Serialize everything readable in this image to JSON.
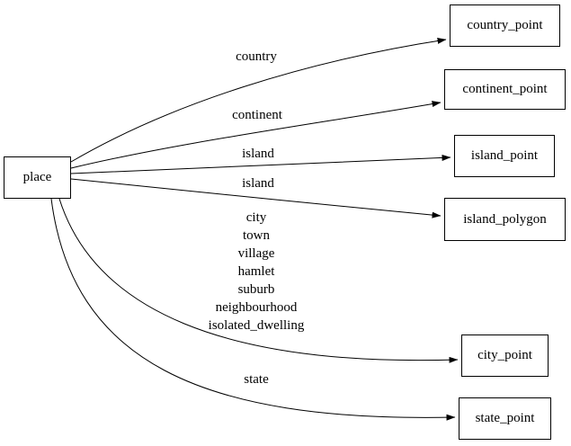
{
  "diagram": {
    "type": "directed-graph",
    "colors": {
      "background": "#ffffff",
      "node_border": "#000000",
      "edge_stroke": "#000000",
      "text": "#000000"
    },
    "nodes": [
      {
        "id": "place",
        "label": "place"
      },
      {
        "id": "country_point",
        "label": "country_point"
      },
      {
        "id": "continent_point",
        "label": "continent_point"
      },
      {
        "id": "island_point",
        "label": "island_point"
      },
      {
        "id": "island_polygon",
        "label": "island_polygon"
      },
      {
        "id": "city_point",
        "label": "city_point"
      },
      {
        "id": "state_point",
        "label": "state_point"
      }
    ],
    "edges": [
      {
        "from": "place",
        "to": "country_point",
        "label": "country"
      },
      {
        "from": "place",
        "to": "continent_point",
        "label": "continent"
      },
      {
        "from": "place",
        "to": "island_point",
        "label": "island"
      },
      {
        "from": "place",
        "to": "island_polygon",
        "label": "island"
      },
      {
        "from": "place",
        "to": "city_point",
        "label_lines": [
          "city",
          "town",
          "village",
          "hamlet",
          "suburb",
          "neighbourhood",
          "isolated_dwelling"
        ]
      },
      {
        "from": "place",
        "to": "state_point",
        "label": "state"
      }
    ]
  }
}
